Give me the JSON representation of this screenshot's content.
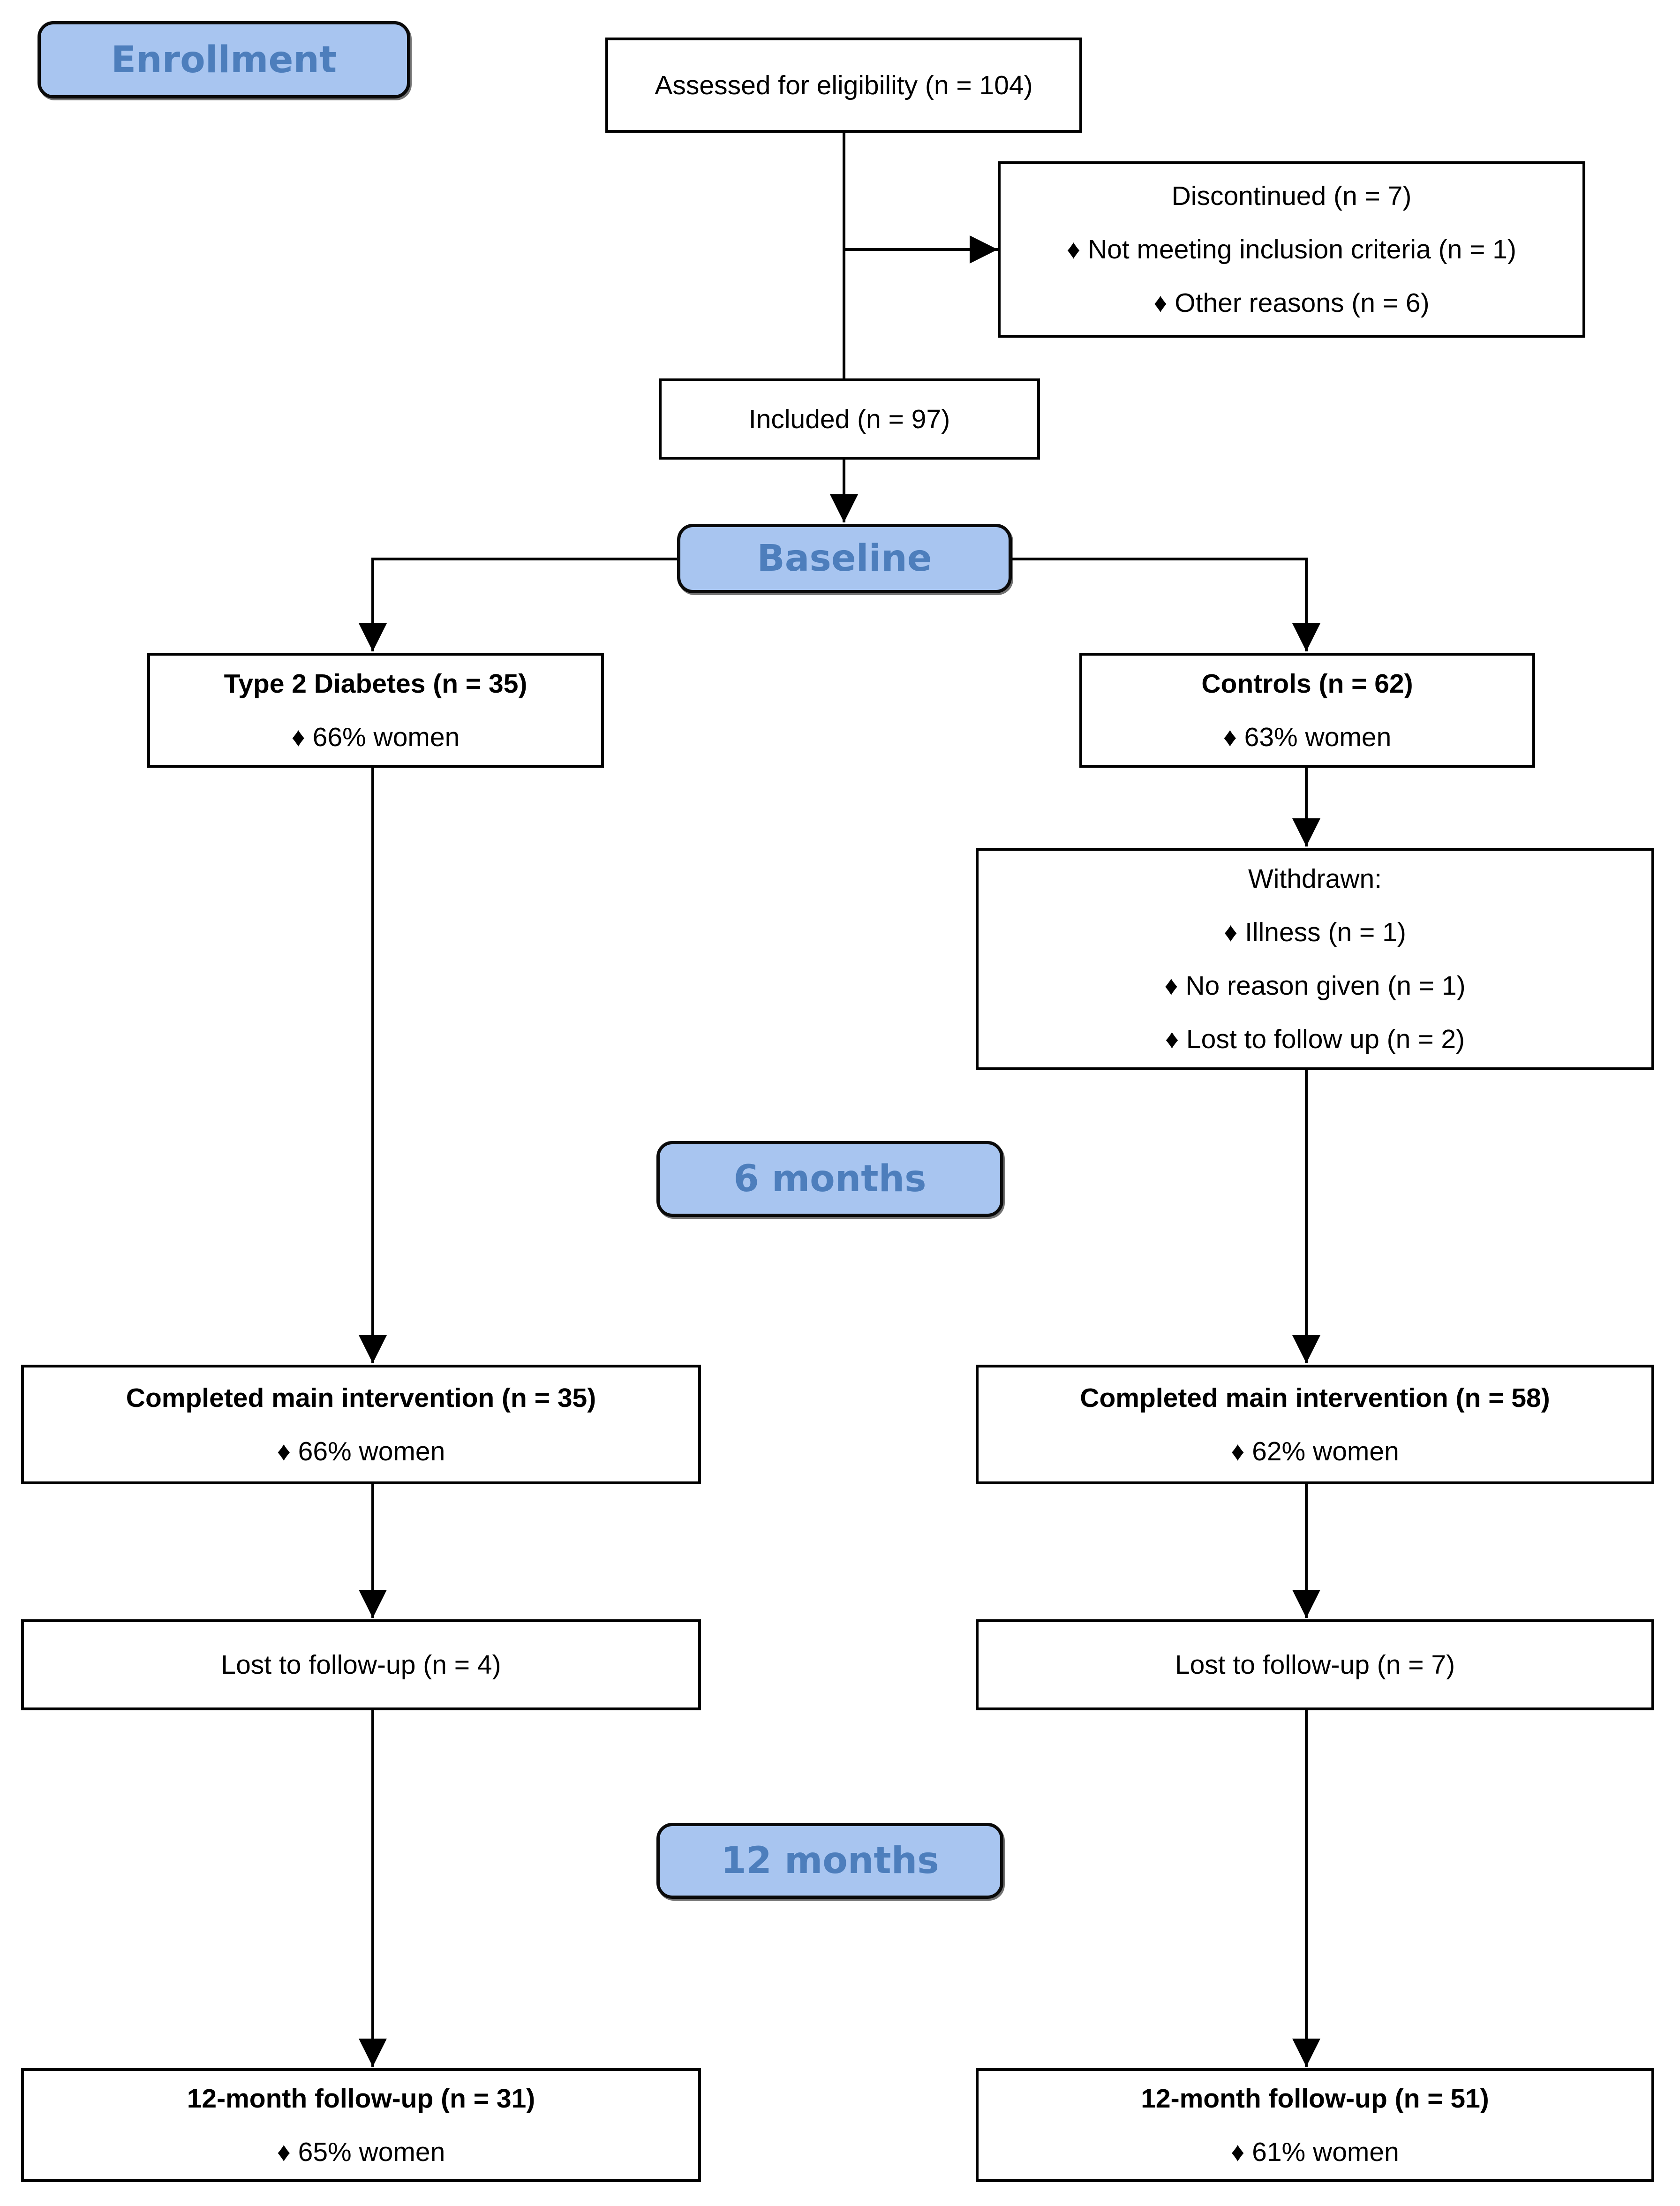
{
  "palette": {
    "stage_fill": "#a8c5f0",
    "stage_text": "#4d7ebc",
    "box_fill": "#ffffff",
    "box_border": "#000000",
    "arrow": "#000000"
  },
  "stages": {
    "enrollment": "Enrollment",
    "baseline": "Baseline",
    "six_months": "6 months",
    "twelve_months": "12 months"
  },
  "nodes": {
    "assessed": {
      "text": "Assessed for eligibility (n = 104)"
    },
    "discontinued": {
      "lines": [
        "Discontinued (n = 7)",
        "♦ Not meeting inclusion criteria (n = 1)",
        "♦ Other reasons (n = 6)"
      ]
    },
    "included": {
      "text": "Included (n = 97)"
    },
    "type2": {
      "title": "Type 2 Diabetes (n = 35)",
      "lines": [
        "♦ 66% women"
      ]
    },
    "controls": {
      "title": "Controls (n = 62)",
      "lines": [
        "♦ 63% women"
      ]
    },
    "withdrawn": {
      "lines": [
        "Withdrawn:",
        "♦ Illness (n = 1)",
        "♦ No reason given (n = 1)",
        "♦ Lost to follow up (n = 2)"
      ]
    },
    "completed_t2d": {
      "title": "Completed main intervention (n = 35)",
      "lines": [
        "♦ 66% women"
      ]
    },
    "completed_controls": {
      "title": "Completed main intervention (n = 58)",
      "lines": [
        "♦ 62% women"
      ]
    },
    "lost_t2d": {
      "text": "Lost to follow-up (n = 4)"
    },
    "lost_controls": {
      "text": "Lost to follow-up (n = 7)"
    },
    "followup_t2d": {
      "title": "12-month follow-up (n = 31)",
      "lines": [
        "♦ 65% women"
      ]
    },
    "followup_controls": {
      "title": "12-month follow-up (n = 51)",
      "lines": [
        "♦ 61% women"
      ]
    }
  }
}
